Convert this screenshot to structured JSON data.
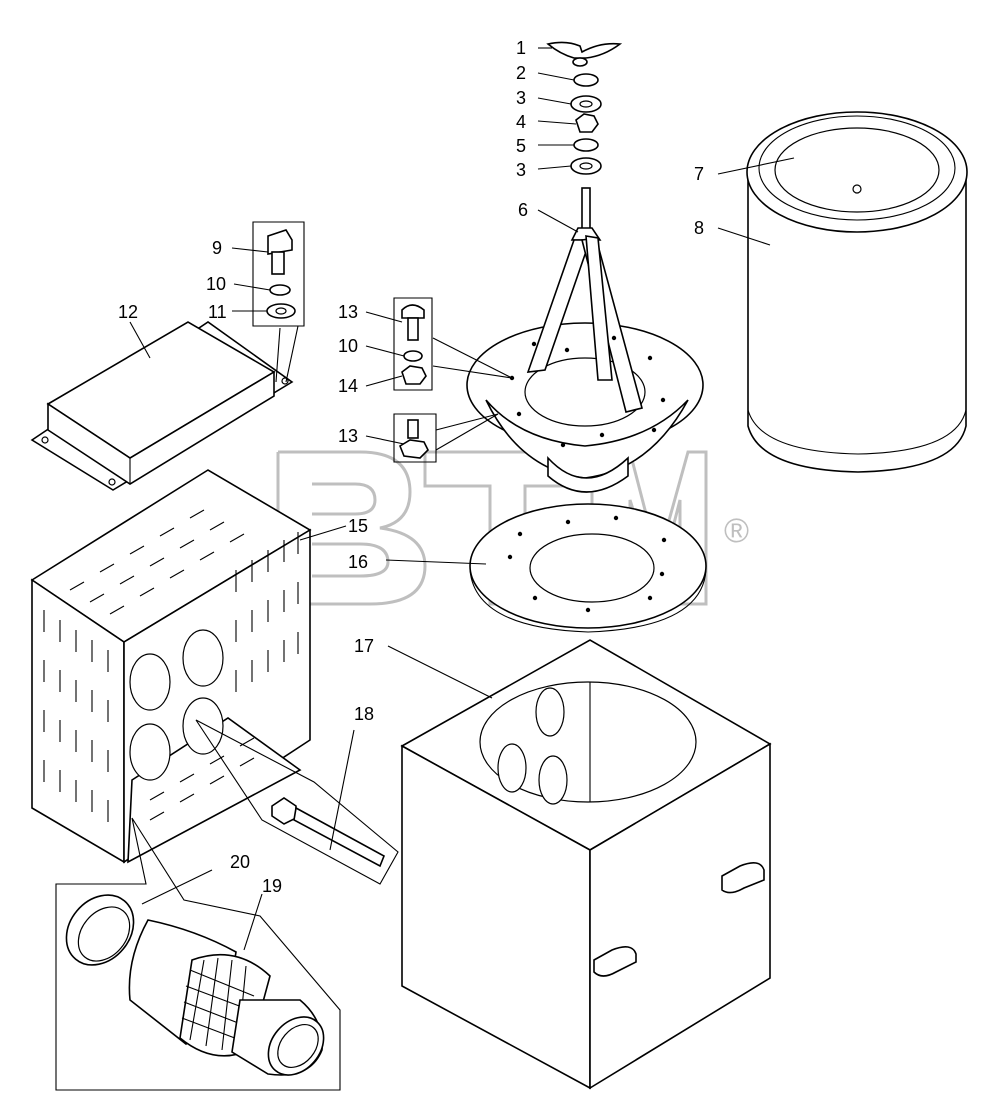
{
  "watermark": {
    "text": "BTM",
    "registered": "®"
  },
  "callouts": [
    {
      "id": "c1",
      "label": "1"
    },
    {
      "id": "c2",
      "label": "2"
    },
    {
      "id": "c3a",
      "label": "3"
    },
    {
      "id": "c4",
      "label": "4"
    },
    {
      "id": "c5",
      "label": "5"
    },
    {
      "id": "c3b",
      "label": "3"
    },
    {
      "id": "c6",
      "label": "6"
    },
    {
      "id": "c7",
      "label": "7"
    },
    {
      "id": "c8",
      "label": "8"
    },
    {
      "id": "c9",
      "label": "9"
    },
    {
      "id": "c10a",
      "label": "10"
    },
    {
      "id": "c11",
      "label": "11"
    },
    {
      "id": "c12",
      "label": "12"
    },
    {
      "id": "c13a",
      "label": "13"
    },
    {
      "id": "c10b",
      "label": "10"
    },
    {
      "id": "c14",
      "label": "14"
    },
    {
      "id": "c13b",
      "label": "13"
    },
    {
      "id": "c15",
      "label": "15"
    },
    {
      "id": "c16",
      "label": "16"
    },
    {
      "id": "c17",
      "label": "17"
    },
    {
      "id": "c18",
      "label": "18"
    },
    {
      "id": "c20",
      "label": "20"
    },
    {
      "id": "c19",
      "label": "19"
    }
  ]
}
